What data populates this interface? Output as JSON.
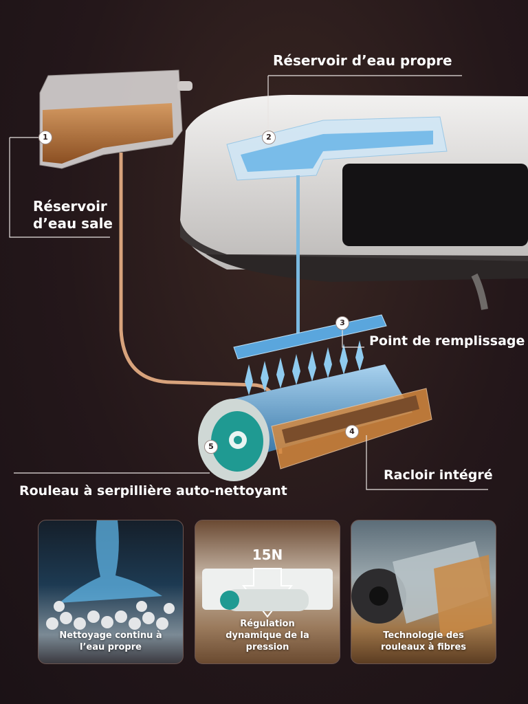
{
  "labels": {
    "clean_tank": "Réservoir d’eau propre",
    "dirty_tank_line1": "Réservoir",
    "dirty_tank_line2": "d’eau sale",
    "fill_point": "Point de remplissage",
    "scraper": "Racloir intégré",
    "mop_roller": "Rouleau à serpillière auto-nettoyant"
  },
  "badges": [
    "1",
    "2",
    "3",
    "4",
    "5"
  ],
  "cards": [
    {
      "caption_line1": "Nettoyage continu à",
      "caption_line2": "l’eau propre"
    },
    {
      "overlay": "15N",
      "caption_line1": "Régulation",
      "caption_line2": "dynamique de la",
      "caption_line3": "pression"
    },
    {
      "caption_line1": "Technologie des",
      "caption_line2": "rouleaux à fibres"
    }
  ],
  "colors": {
    "background": "#24171a",
    "text": "#ffffff",
    "clean_water": "#6fb7e8",
    "dirty_water": "#b8743c",
    "roller_hub": "#1f9a92"
  }
}
